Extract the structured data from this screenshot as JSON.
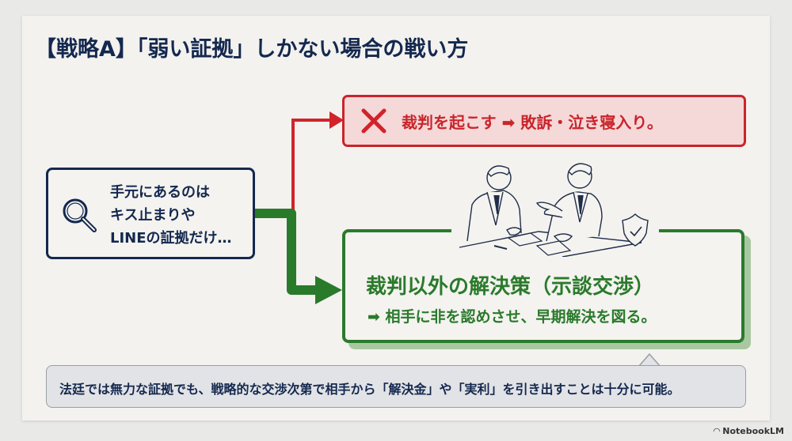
{
  "slide": {
    "title": "【戦略A】「弱い証拠」しかない場合の戦い方",
    "evidence": {
      "lines": [
        "手元にあるのは",
        "キス止まりや",
        "LINEの証拠だけ…"
      ],
      "icon": "magnifier-icon"
    },
    "bad_outcome": {
      "icon": "cross-icon",
      "text": "裁判を起こす ➡ 敗訴・泣き寝入り。",
      "color": "#c9252b"
    },
    "good_outcome": {
      "title": "裁判以外の解決策（示談交渉）",
      "subtitle": "➡ 相手に非を認めさせ、早期解決を図る。",
      "illustration": "negotiation-illustration",
      "badge_icon": "shield-check-icon",
      "color": "#2a7a2c"
    },
    "callout": {
      "text": "法廷では無力な証拠でも、戦略的な交渉次第で相手から「解決金」や「実利」を引き出すことは十分に可能。"
    },
    "accent_navy": "#14284f"
  },
  "branding": {
    "label": "NotebookLM"
  }
}
